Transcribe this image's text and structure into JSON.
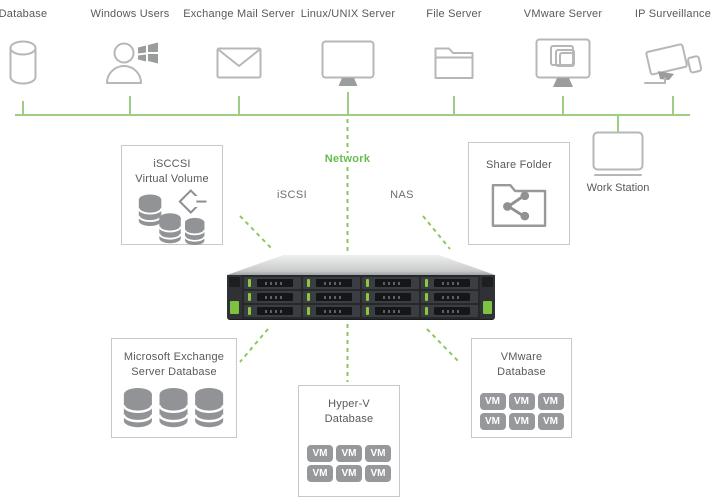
{
  "diagram": {
    "top_devices": [
      {
        "label": "Database",
        "icon": "database-icon"
      },
      {
        "label": "Windows Users",
        "icon": "windows-users-icon"
      },
      {
        "label": "Exchange Mail Server",
        "icon": "mail-icon"
      },
      {
        "label": "Linux/UNIX Server",
        "icon": "monitor-icon"
      },
      {
        "label": "File Server",
        "icon": "folder-icon"
      },
      {
        "label": "VMware Server",
        "icon": "vmware-monitor-icon"
      },
      {
        "label": "IP Surveillance",
        "icon": "camera-icon"
      }
    ],
    "network": {
      "label": "Network"
    },
    "protocols": {
      "iscsi": "iSCSI",
      "nas": "NAS"
    },
    "workstation": {
      "label": "Work Station"
    },
    "boxes": {
      "iscsi_virtual_volume": {
        "line1": "iSCCSI",
        "line2": "Virtual Volume"
      },
      "share_folder": {
        "title": "Share Folder"
      },
      "exchange_db": {
        "line1": "Microsoft Exchange",
        "line2": "Server Database"
      },
      "hyperv_db": {
        "line1": "Hyper-V",
        "line2": "Database",
        "vm": "VM",
        "vm_count": 6
      },
      "vmware_db": {
        "line1": "VMware",
        "line2": "Database",
        "vm": "VM",
        "vm_count": 6
      }
    },
    "nas_device": {
      "bays": 12,
      "rows": 3,
      "columns": 4
    },
    "colors": {
      "line_green": "#9CCE84",
      "dash_green": "#8CC85E",
      "text_green": "#64BE4E",
      "label_gray": "#58595B",
      "icon_stroke": "#B5B7B9",
      "solid_icon_gray": "#919396",
      "box_border": "#C7C8CA",
      "nas_accent_green": "#8DC63F"
    }
  }
}
